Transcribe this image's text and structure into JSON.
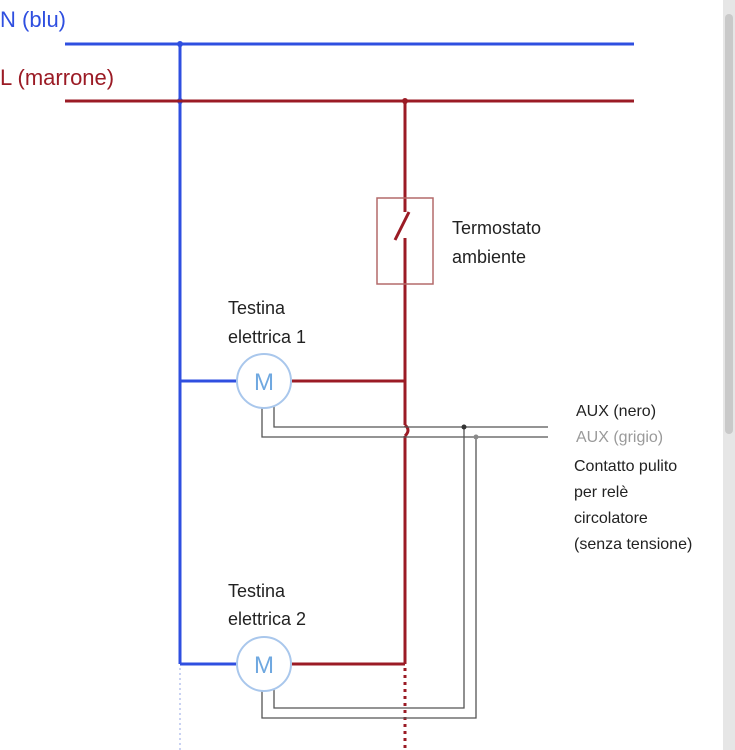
{
  "diagram": {
    "labels": {
      "neutral": "N (blu)",
      "line": "L (marrone)",
      "thermostat_line1": "Termostato",
      "thermostat_line2": "ambiente",
      "head1_line1": "Testina",
      "head1_line2": "elettrica 1",
      "head2_line1": "Testina",
      "head2_line2": "elettrica 2",
      "motor_symbol": "M",
      "aux_black": "AUX (nero)",
      "aux_grey": "AUX (grigio)",
      "contact_line1": "Contatto pulito",
      "contact_line2": "per relè",
      "contact_line3": "circolatore",
      "contact_line4": "(senza tensione)"
    },
    "colors": {
      "neutral_wire": "#2f4fe0",
      "line_wire": "#9b1b25",
      "motor_circle": "#a9c7ec",
      "motor_text": "#6fa8e0",
      "aux_wire": "#555555",
      "thermostat_box": "#b46a6a"
    }
  }
}
